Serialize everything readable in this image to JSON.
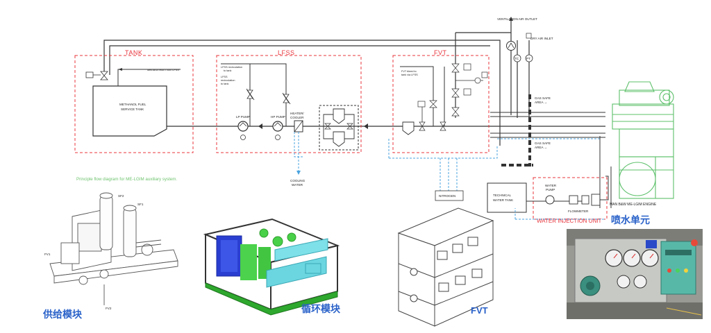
{
  "diagram": {
    "sections": {
      "tank": "TANK",
      "lfss": "LFSS",
      "fvt": "FVT",
      "water_injection": "WATER INJECTION UNIT"
    },
    "labels": {
      "methanol_return": "Methanol return from LFSS",
      "methanol_tank": "METHANOL FUEL SERVICE TANK",
      "lfss_recirc_1": "LFSS recirculation to tank",
      "lfss_recirc_2": "LFSS recirculation to tank",
      "lp_pump": "LP PUMP",
      "hp_pump": "HP PUMP",
      "heater_cooler": "HEATER/ COOLER",
      "cooling_water": "COOLING WATER",
      "fvt_bleed": "FVT bleed to tank via LFSS",
      "nitrogen": "NITROGEN",
      "vent_outlet": "VENTILATION AIR OUTLET",
      "dry_air_inlet": "DRY AIR INLET",
      "gas_safe_1": "GAS SAFE AREA →",
      "gas_safe_2": "GAS SAFE AREA →",
      "technical_water_tank": "TECHNICAL WATER TANK",
      "water_pump": "WATER PUMP",
      "flowmeter": "FLOWMETER",
      "engine": "MAN B&W ME-LGIM ENGINE",
      "principle_caption": "Principle flow diagram for ME-LGIM auxiliary system."
    },
    "instruments": {
      "tc": "TC",
      "pt": "PT"
    },
    "colors": {
      "red_dash": "#e8343b",
      "blue_dash": "#4aa3df",
      "engine_green": "#5cc06a",
      "caption_blue": "#2a62c9"
    }
  },
  "captions": {
    "supply_module": "供给模块",
    "circulation_module": "循环模块",
    "fvt_module": "FVT",
    "water_spray_unit": "喷水单元"
  },
  "module_callouts": [
    "SF2",
    "SF1",
    "FV1",
    "FV2"
  ]
}
